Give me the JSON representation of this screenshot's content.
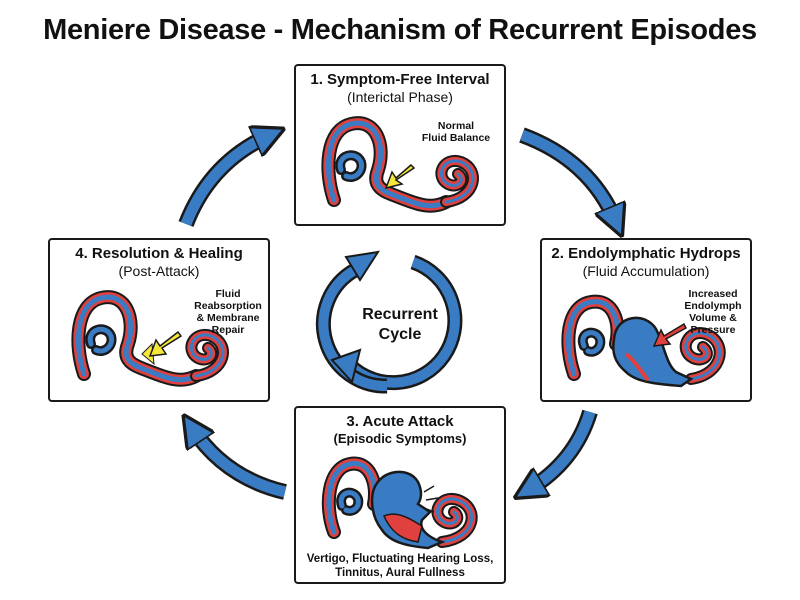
{
  "title": "Meniere Disease - Mechanism of Recurrent Episodes",
  "center": {
    "line1": "Recurrent",
    "line2": "Cycle"
  },
  "stages": [
    {
      "heading": "1. Symptom-Free Interval",
      "subheading": "(Interictal Phase)",
      "note": [
        "Normal",
        "Fluid Balance"
      ]
    },
    {
      "heading": "2. Endolymphatic Hydrops",
      "subheading": "(Fluid Accumulation)",
      "note": [
        "Increased",
        "Endolymph",
        "Volume &",
        "Pressure"
      ]
    },
    {
      "heading": "3. Acute Attack",
      "subheading": "(Episodic Symptoms)",
      "note": [
        "Vertigo, Fluctuating Hearing Loss,",
        "Tinnitus, Aural Fullness"
      ]
    },
    {
      "heading": "4. Resolution & Healing",
      "subheading": "(Post-Attack)",
      "note": [
        "Fluid",
        "Reabsorption",
        "& Membrane",
        "Repair"
      ]
    }
  ],
  "colors": {
    "arrow_fill": "#3a7cc4",
    "outline": "#1a1a1a",
    "fluid_blue": "#3a7cc4",
    "membrane_red": "#e0403e",
    "highlight_yellow": "#f5e63a"
  }
}
